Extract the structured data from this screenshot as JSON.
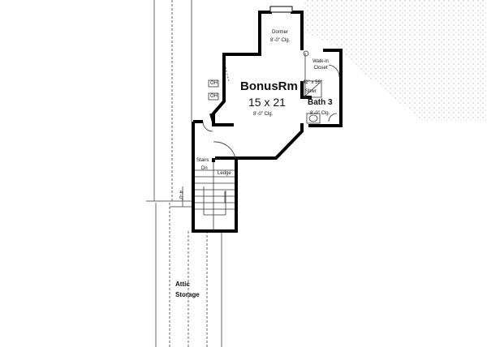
{
  "rooms": {
    "dormer": {
      "name": "Dormer",
      "ceiling": "8'-0\" Clg."
    },
    "bonus": {
      "name": "BonusRm",
      "size": "15 x 21",
      "ceiling": "8'-0\" Clg."
    },
    "closet": {
      "name": "Walk-in Closet"
    },
    "shower": {
      "size": "42\" x 56\"",
      "name": "Shwr"
    },
    "bath": {
      "name": "Bath 3",
      "ceiling": "8'-0\" Clg."
    },
    "stairs": {
      "name": "Stairs",
      "direction": "Dn"
    },
    "ledge": {
      "name": "Ledge"
    },
    "attic": {
      "name": "Attic",
      "name2": "Storage"
    }
  },
  "notes": {
    "oh1": "OH",
    "oh2": "OH",
    "dim": "4'-0\""
  },
  "colors": {
    "wall": "#000000",
    "line": "#555555",
    "hatch": "#999999"
  }
}
